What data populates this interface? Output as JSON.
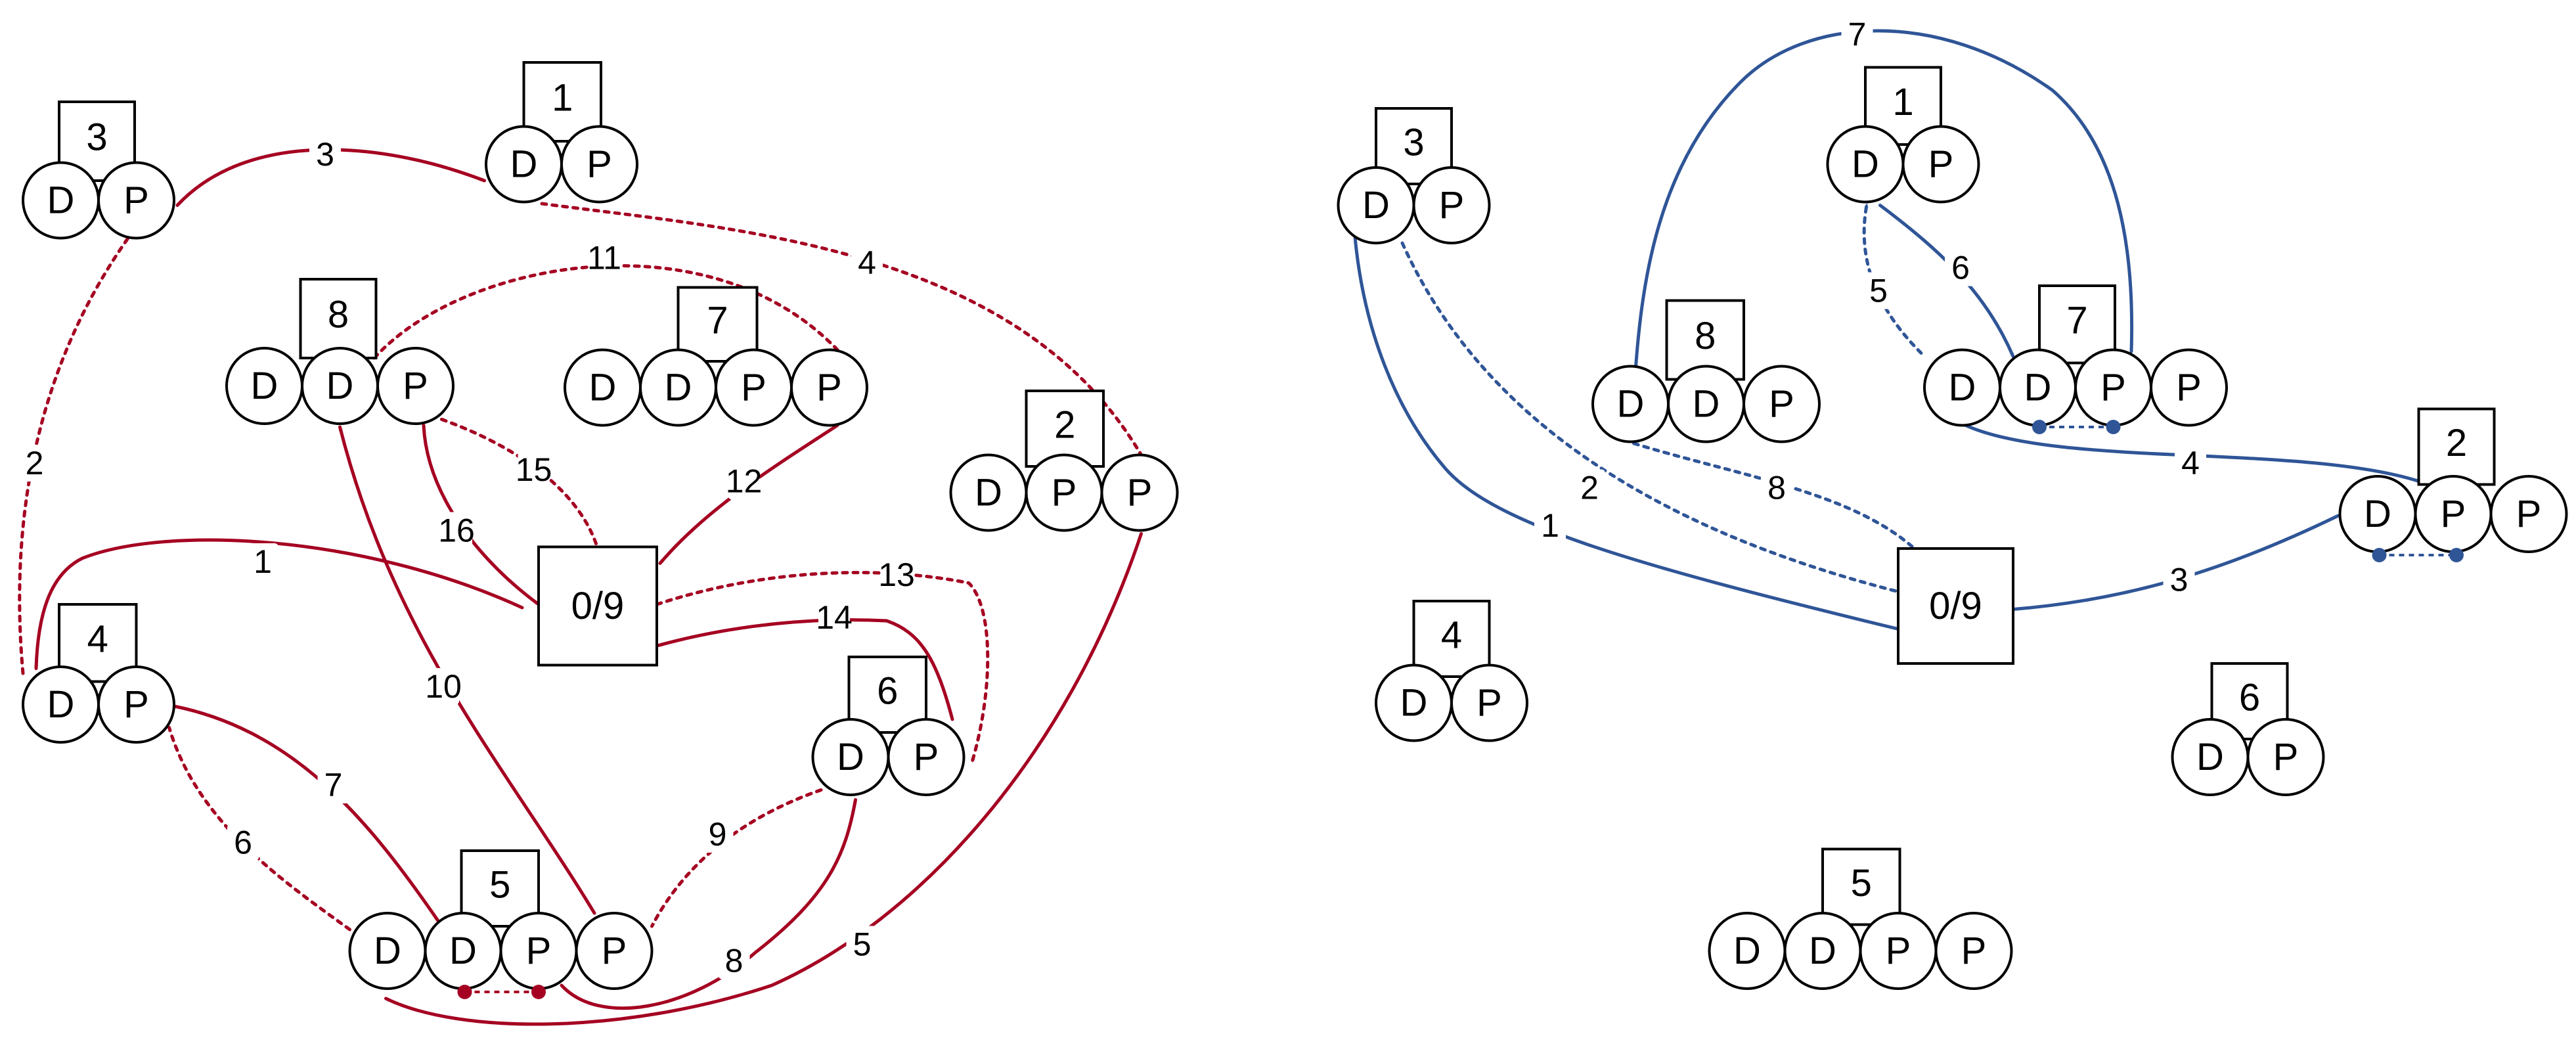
{
  "colors": {
    "left_edges": "#A50021",
    "right_edges": "#2F5597",
    "outline": "#000000"
  },
  "left": {
    "nodes": [
      {
        "id": "3",
        "label": "3",
        "letters": [
          "D",
          "P"
        ]
      },
      {
        "id": "1",
        "label": "1",
        "letters": [
          "D",
          "P"
        ]
      },
      {
        "id": "8",
        "label": "8",
        "letters": [
          "D",
          "D",
          "P"
        ]
      },
      {
        "id": "7",
        "label": "7",
        "letters": [
          "D",
          "D",
          "P",
          "P"
        ]
      },
      {
        "id": "2",
        "label": "2",
        "letters": [
          "D",
          "P",
          "P"
        ]
      },
      {
        "id": "depot",
        "label": "0/9",
        "letters": []
      },
      {
        "id": "4",
        "label": "4",
        "letters": [
          "D",
          "P"
        ]
      },
      {
        "id": "6",
        "label": "6",
        "letters": [
          "D",
          "P"
        ]
      },
      {
        "id": "5",
        "label": "5",
        "letters": [
          "D",
          "D",
          "P",
          "P"
        ]
      }
    ],
    "edges": [
      {
        "label": "1",
        "style": "solid"
      },
      {
        "label": "2",
        "style": "dotted"
      },
      {
        "label": "3",
        "style": "solid"
      },
      {
        "label": "4",
        "style": "dotted"
      },
      {
        "label": "5",
        "style": "solid"
      },
      {
        "label": "6",
        "style": "dotted"
      },
      {
        "label": "7",
        "style": "solid"
      },
      {
        "label": "8",
        "style": "solid"
      },
      {
        "label": "9",
        "style": "dotted"
      },
      {
        "label": "10",
        "style": "solid"
      },
      {
        "label": "11",
        "style": "dotted"
      },
      {
        "label": "12",
        "style": "solid"
      },
      {
        "label": "13",
        "style": "dotted"
      },
      {
        "label": "14",
        "style": "solid"
      },
      {
        "label": "15",
        "style": "dotted"
      },
      {
        "label": "16",
        "style": "solid"
      }
    ]
  },
  "right": {
    "nodes": [
      {
        "id": "3",
        "label": "3",
        "letters": [
          "D",
          "P"
        ]
      },
      {
        "id": "1",
        "label": "1",
        "letters": [
          "D",
          "P"
        ]
      },
      {
        "id": "8",
        "label": "8",
        "letters": [
          "D",
          "D",
          "P"
        ]
      },
      {
        "id": "7",
        "label": "7",
        "letters": [
          "D",
          "D",
          "P",
          "P"
        ]
      },
      {
        "id": "2",
        "label": "2",
        "letters": [
          "D",
          "P",
          "P"
        ]
      },
      {
        "id": "depot",
        "label": "0/9",
        "letters": []
      },
      {
        "id": "4",
        "label": "4",
        "letters": [
          "D",
          "P"
        ]
      },
      {
        "id": "6",
        "label": "6",
        "letters": [
          "D",
          "P"
        ]
      },
      {
        "id": "5",
        "label": "5",
        "letters": [
          "D",
          "D",
          "P",
          "P"
        ]
      }
    ],
    "edges": [
      {
        "label": "1",
        "style": "solid"
      },
      {
        "label": "2",
        "style": "dotted"
      },
      {
        "label": "3",
        "style": "solid"
      },
      {
        "label": "4",
        "style": "solid"
      },
      {
        "label": "5",
        "style": "dotted"
      },
      {
        "label": "6",
        "style": "solid"
      },
      {
        "label": "7",
        "style": "solid"
      },
      {
        "label": "8",
        "style": "dotted"
      }
    ]
  }
}
